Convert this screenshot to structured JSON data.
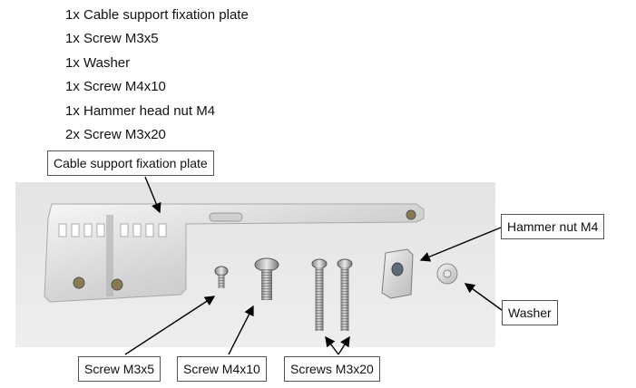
{
  "parts_list": [
    "1x Cable support fixation plate",
    "1x Screw M3x5",
    "1x Washer",
    "1x Screw M4x10",
    "1x Hammer head nut M4",
    "2x Screw M3x20"
  ],
  "callouts": {
    "plate": "Cable support fixation plate",
    "hammer_nut": "Hammer nut M4",
    "washer": "Washer",
    "screw_m3x5": "Screw M3x5",
    "screw_m4x10": "Screw M4x10",
    "screws_m3x20": "Screws M3x20"
  }
}
